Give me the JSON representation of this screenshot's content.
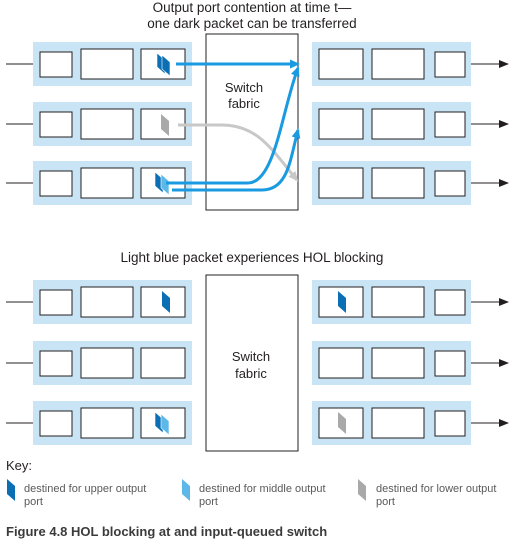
{
  "top": {
    "title_line1": "Output port contention at time t—",
    "title_line2": "one dark packet can be transferred",
    "fabric_line1": "Switch",
    "fabric_line2": "fabric"
  },
  "bottom": {
    "title": "Light blue packet experiences HOL blocking",
    "fabric_line1": "Switch",
    "fabric_line2": "fabric"
  },
  "key": {
    "label": "Key:",
    "items": [
      {
        "line1": "destined for upper output",
        "line2": "port",
        "color": "#0a6fb5"
      },
      {
        "line1": "destined for middle output",
        "line2": "port",
        "color": "#5db8ea"
      },
      {
        "line1": "destined for lower output",
        "line2": "port",
        "color": "#a9a9a9"
      }
    ]
  },
  "caption": "Figure 4.8 HOL blocking at and input-queued switch",
  "colors": {
    "port_band": "#c9e4f5",
    "arrow": "#1a9ae0",
    "lower_arrow": "#c8c8c8",
    "dark_packet": "#0a6fb5",
    "light_packet": "#5db8ea",
    "gray_packet": "#a9a9a9"
  }
}
